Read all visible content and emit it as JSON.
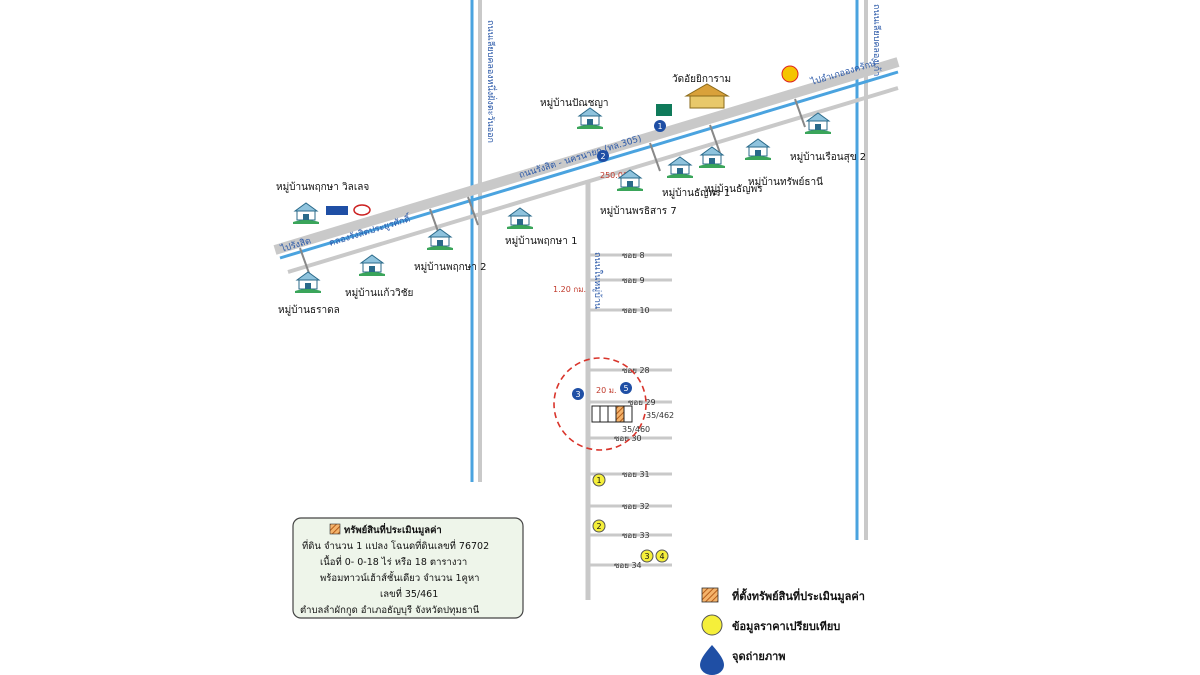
{
  "roads": {
    "main_highway": "ถนนรังสิต - นครนายก (ทล.305)",
    "to_rangsit": "ไปรังสิต",
    "to_ongkharak": "ไปอำเภอองครักษ์",
    "canal_along_highway": "คลองรังสิตประยูรศักดิ์",
    "left_vertical": "ถนนเลียบคลองหนึ่งฝั่งตะวันออก",
    "right_vertical": "ถนนเลียบคลองเก้า",
    "side_road": "ถนนในหมู่บ้าน",
    "distance_from_highway": "250.00 ม.",
    "distance_side": "1.20 กม.",
    "distance_small": "20 ม."
  },
  "places": {
    "temple": "วัดอัยยิการาม",
    "v_phruksa_village": "หมู่บ้านพฤกษา วิลเลจ",
    "v_phruksa2": "หมู่บ้านพฤกษา 2",
    "v_phruksa1": "หมู่บ้านพฤกษา 1",
    "v_kaewwachai": "หมู่บ้านแก้ววิชัย",
    "v_thara": "หมู่บ้านธราดล",
    "v_panya": "หมู่บ้านปัณชญา",
    "v_pornsiri7": "หมู่บ้านพรธิสาร 7",
    "v_thanyaporn1": "หมู่บ้านธัญพร 1",
    "v_thanyaporn": "หมู่บ้านธัญพร",
    "v_sapthani": "หมู่บ้านทรัพย์ธานี",
    "v_ruensuk2": "หมู่บ้านเรือนสุข 2"
  },
  "sois": [
    "ซอย 8",
    "ซอย 9",
    "ซอย 10",
    "ซอย 28",
    "ซอย 29",
    "ซอย 30",
    "ซอย 31",
    "ซอย 32",
    "ซอย 33",
    "ซอย 34"
  ],
  "plots": {
    "plot_a": "35/462",
    "plot_b": "35/460"
  },
  "markers": {
    "photo": [
      "1",
      "2",
      "3",
      "5"
    ],
    "compare": [
      "1",
      "2",
      "3",
      "4"
    ]
  },
  "info_box": {
    "title": "ทรัพย์สินที่ประเมินมูลค่า",
    "line1": "ที่ดิน จำนวน 1 แปลง โฉนดที่ดินเลขที่ 76702",
    "line2": "เนื้อที่ 0- 0-18 ไร่ หรือ 18 ตารางวา",
    "line3": "พร้อมทาวน์เฮ้าส์ชั้นเดียว จำนวน 1คูหา",
    "line4": "เลขที่ 35/461",
    "line5": "ตำบลลำผักกูด อำเภอธัญบุรี จังหวัดปทุมธานี"
  },
  "legend": {
    "subject": "ที่ตั้งทรัพย์สินที่ประเมินมูลค่า",
    "compare": "ข้อมูลราคาเปรียบเทียบ",
    "photo": "จุดถ่ายภาพ"
  },
  "colors": {
    "road": "#c9c9c9",
    "canal": "#4aa3df",
    "subject": "#d9823b",
    "compare": "#f5ef3a",
    "photo": "#1f4fa5",
    "circle": "#d9342b",
    "box_bg": "#eef5ea"
  }
}
